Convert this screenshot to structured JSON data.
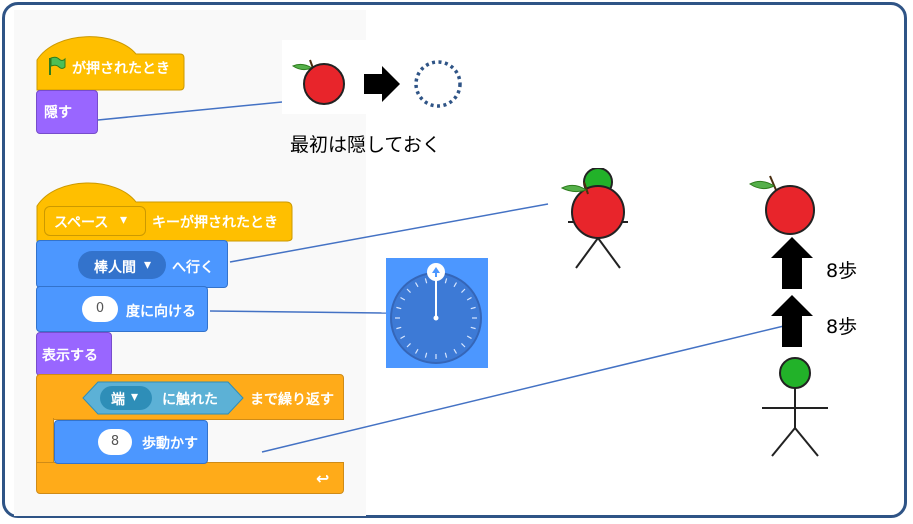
{
  "blocks": {
    "flag_hat": "が押されたとき",
    "hide": "隠す",
    "key_hat_key": "スペース",
    "key_hat_label": "キーが押されたとき",
    "goto_target": "棒人間",
    "goto_label": "へ行く",
    "point_value": "0",
    "point_label": "度に向ける",
    "show": "表示する",
    "touching_target": "端",
    "touching_label": "に触れた",
    "repeat_until": "まで繰り返す",
    "move_value": "8",
    "move_label": "歩動かす",
    "dropdown_arrow": "▾",
    "loop_arrow": "↩"
  },
  "annotations": {
    "hide_caption": "最初は隠しておく",
    "step_label_top": "8歩",
    "step_label_bottom": "8歩"
  },
  "icons": {
    "flag": "green-flag-icon",
    "apple": "apple-icon",
    "arrow_right": "arrow-right-icon",
    "dashed_circle": "hidden-sprite-icon",
    "dial": "direction-dial-icon",
    "stick_figure": "stick-figure-icon",
    "arrow_up": "arrow-up-icon"
  },
  "colors": {
    "frame": "#2f5486",
    "events": "#ffbf00",
    "looks": "#9966ff",
    "motion": "#4c97ff",
    "control": "#ffab19",
    "sensing": "#5cb1d6",
    "dial_bg": "#4c97ff",
    "connector_line": "#4472c4"
  }
}
